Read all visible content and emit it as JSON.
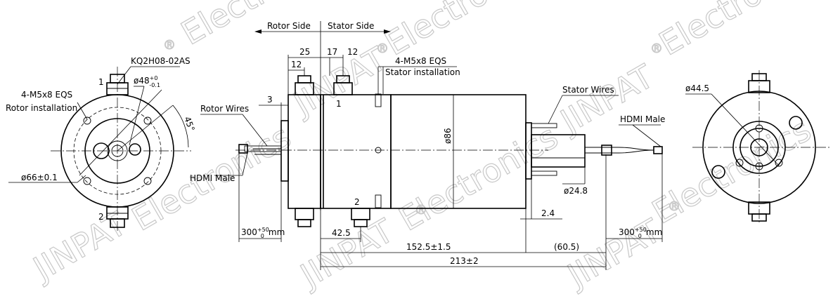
{
  "watermark": {
    "brand": "JINPAT",
    "company": "Electronics",
    "company_short": "Electr",
    "reg": "®"
  },
  "sides": {
    "rotor": "Rotor Side",
    "stator": "Stator Side"
  },
  "labels": {
    "kq": "KQ2H08-02AS",
    "rotor_inst_a": "4-M5x8 EQS",
    "rotor_inst_b": "Rotor installation",
    "stator_inst_a": "4-M5x8 EQS",
    "stator_inst_b": "Stator installation",
    "rotor_wires": "Rotor Wires",
    "stator_wires": "Stator Wires",
    "hdmi_left": "HDMI Male",
    "hdmi_right": "HDMI Male",
    "port1": "1",
    "port2": "2"
  },
  "dims": {
    "d48": "ø48",
    "d48_sup": "+0",
    "d48_sub": "-0.1",
    "angle": "45°",
    "d66": "ø66±0.1",
    "d25": "25",
    "d17": "17",
    "d12a": "12",
    "d12b": "12",
    "d3": "3",
    "d86": "ø86",
    "d24": "ø24.8",
    "d2_4": "2.4",
    "d42": "42.5",
    "d152": "152.5±1.5",
    "d60": "(60.5)",
    "d213": "213±2",
    "cable_len": "300",
    "cable_sup": "+50",
    "cable_sub": "0",
    "cable_unit": "mm",
    "d44": "ø44.5"
  }
}
